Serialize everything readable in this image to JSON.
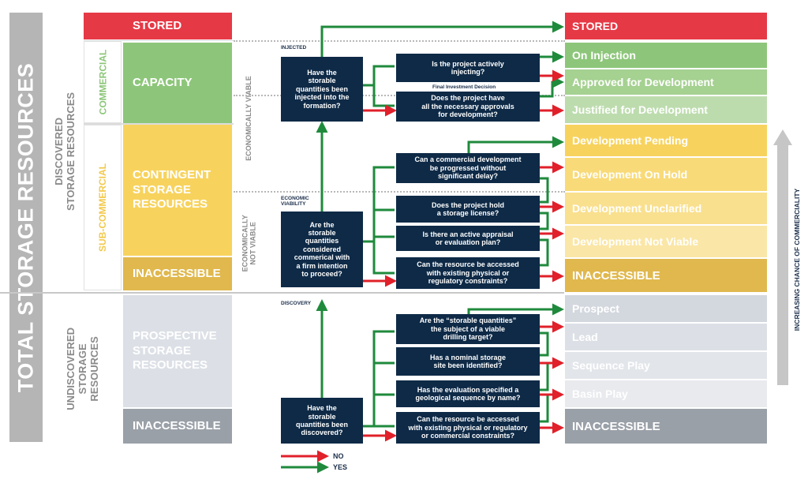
{
  "total_label": "TOTAL STORAGE RESOURCES",
  "discovered_label": "DISCOVERED\nSTORAGE RESOURCES",
  "undiscovered_label": "UNDISCOVERED\nSTORAGE\nRESOURCES",
  "commercial_label": "COMMERCIAL",
  "subcommercial_label": "SUB-COMMERCIAL",
  "economically_viable": "ECONOMICALLY VIABLE",
  "economically_not_viable": "ECONOMICALLY\nNOT VIABLE",
  "left_boxes": {
    "stored": "STORED",
    "capacity": "CAPACITY",
    "contingent": "CONTINGENT\nSTORAGE\nRESOURCES",
    "inaccessible1": "INACCESSIBLE",
    "prospective": "PROSPECTIVE\nSTORAGE\nRESOURCES",
    "inaccessible2": "INACCESSIBLE"
  },
  "stage_labels": {
    "injected": "INJECTED",
    "economic_viability": "ECONOMIC\nVIABILITY",
    "discovery": "DISCOVERY",
    "fid": "Final Investment Decision"
  },
  "questions": {
    "injected": "Have the\nstorable\nquantities been\ninjected into the\nformation?",
    "actively_injecting": "Is the project actively\ninjecting?",
    "approvals": "Does the project have\nall the necessary approvals\nfor development?",
    "commercial_dev": "Can a commercial development\nbe progressed without\nsignificant delay?",
    "storage_license": "Does the project hold\na storage license?",
    "appraisal_plan": "Is there an active appraisal\nor evaluation plan?",
    "accessed_physical": "Can the resource be accessed\nwith existing physical or\nregulatory constraints?",
    "commercial_intent": "Are the\nstorable\nquantities\nconsidered\ncommerical with\na firm intention\nto proceed?",
    "drilling_target": "Are the “storable quantities”\nthe subject of a viable\ndrilling target?",
    "nominal_site": "Has a nominal storage\nsite been identified?",
    "geological_sequence": "Has the evaluation specified a\ngeological sequence by name?",
    "accessed_commercial": "Can the resource be accessed\nwith existing physical or regulatory\nor commercial constraints?",
    "discovered": "Have the\nstorable\nquantities been\ndiscovered?"
  },
  "right_boxes": {
    "stored": "STORED",
    "on_injection": "On Injection",
    "approved": "Approved for Development",
    "justified": "Justified for Development",
    "pending": "Development Pending",
    "on_hold": "Development On Hold",
    "unclarified": "Development Unclarified",
    "not_viable": "Development Not Viable",
    "inaccessible1": "INACCESSIBLE",
    "prospect": "Prospect",
    "lead": "Lead",
    "sequence_play": "Sequence Play",
    "basin_play": "Basin Play",
    "inaccessible2": "INACCESSIBLE"
  },
  "commerciality_label": "INCREASING CHANCE OF COMMERCIALITY",
  "legend": {
    "no": "NO",
    "yes": "YES"
  },
  "colors": {
    "red": "#e63946",
    "green_dark": "#8dc67a",
    "yellow": "#f7d35e",
    "gold": "#e0b84e",
    "grey": "#9aa0a8",
    "navy": "#0e2a47",
    "arrow_green": "#1f8a3c",
    "arrow_red": "#e0202a"
  }
}
